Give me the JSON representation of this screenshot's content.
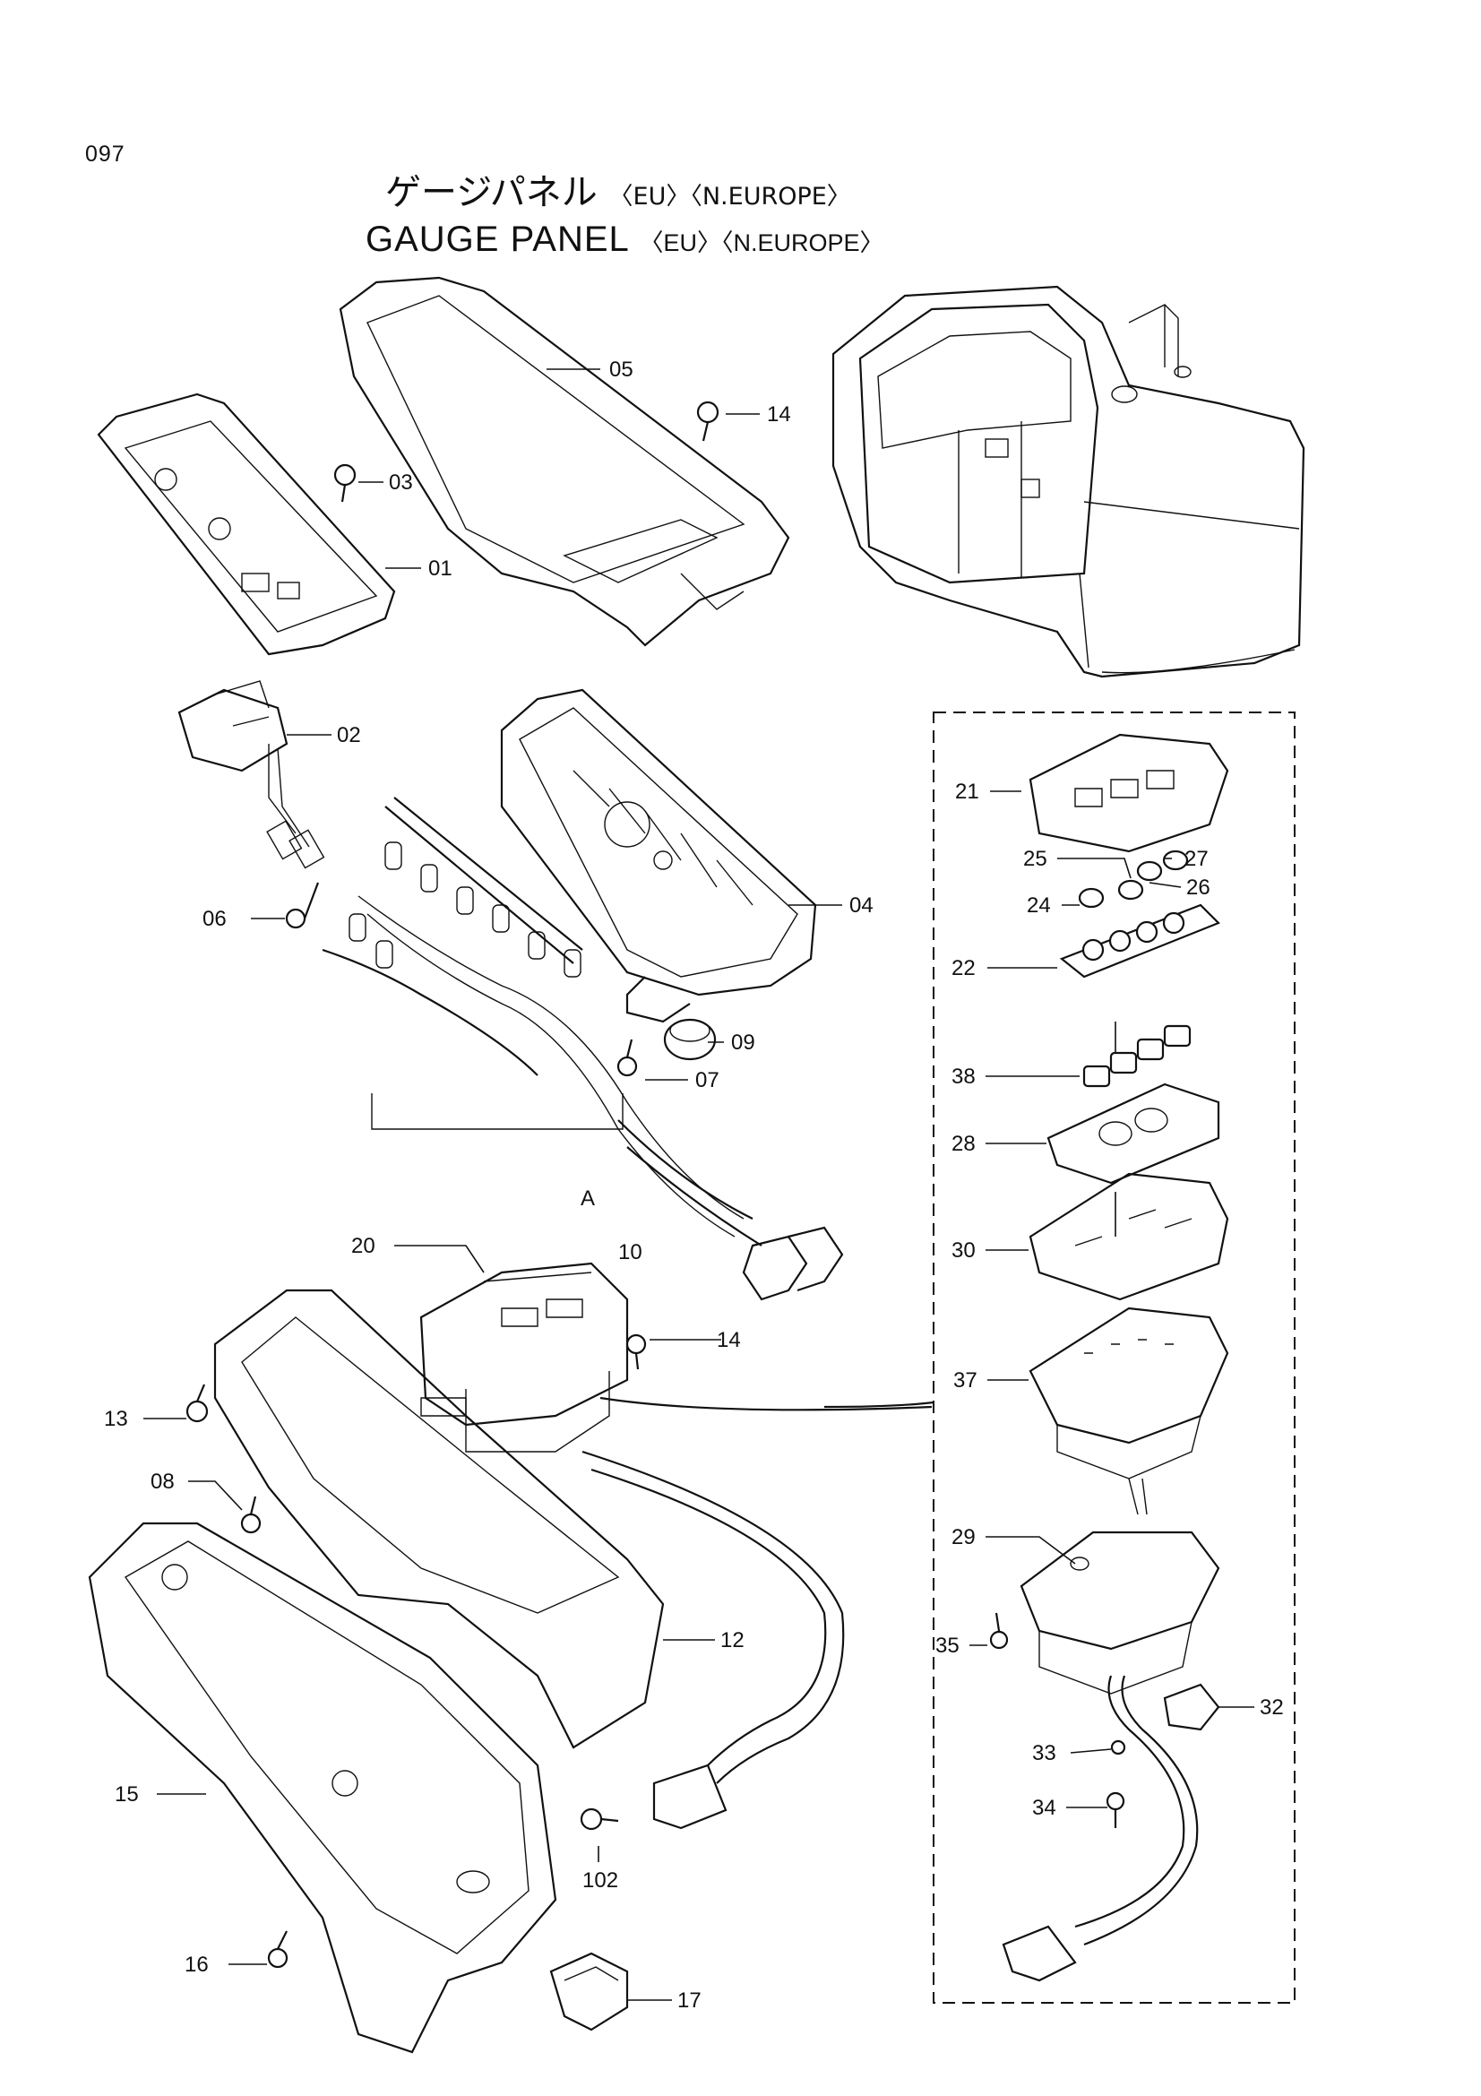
{
  "header": {
    "page_number": "097",
    "title_jp": "ゲージパネル",
    "title_en": "GAUGE PANEL",
    "suffix": "〈EU〉〈N.EUROPE〉"
  },
  "callouts": [
    "05",
    "14",
    "03",
    "01",
    "02",
    "06",
    "04",
    "07",
    "09",
    "A",
    "10",
    "20",
    "14",
    "13",
    "08",
    "12",
    "15",
    "102",
    "16",
    "17",
    "21",
    "25",
    "27",
    "24",
    "26",
    "22",
    "38",
    "28",
    "30",
    "37",
    "29",
    "35",
    "32",
    "33",
    "34"
  ]
}
